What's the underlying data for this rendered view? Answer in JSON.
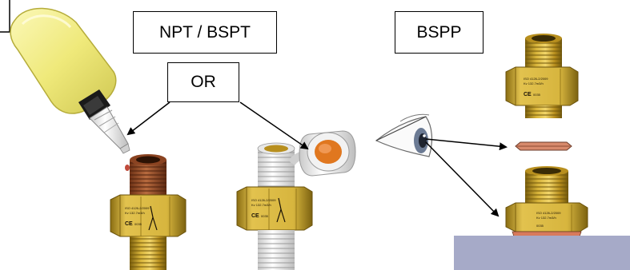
{
  "labels": {
    "npt_bspt": "NPT / BSPT",
    "or": "OR",
    "bspp": "BSPP"
  },
  "engraving": {
    "standard": "ISO 4126-2/2009",
    "flow": "Kv 132.7m3/h",
    "ce": "CE",
    "code": "0035"
  },
  "colors": {
    "brass": "#c9a428",
    "brass_dark": "#8a6d12",
    "sealant_bottle": "#f3ef8a",
    "tape": "#f4f4f4",
    "tape_core": "#e0771f",
    "sealant_bead": "#a8552c",
    "base_plate": "#a6aac8",
    "gasket": "#d87a5c"
  }
}
